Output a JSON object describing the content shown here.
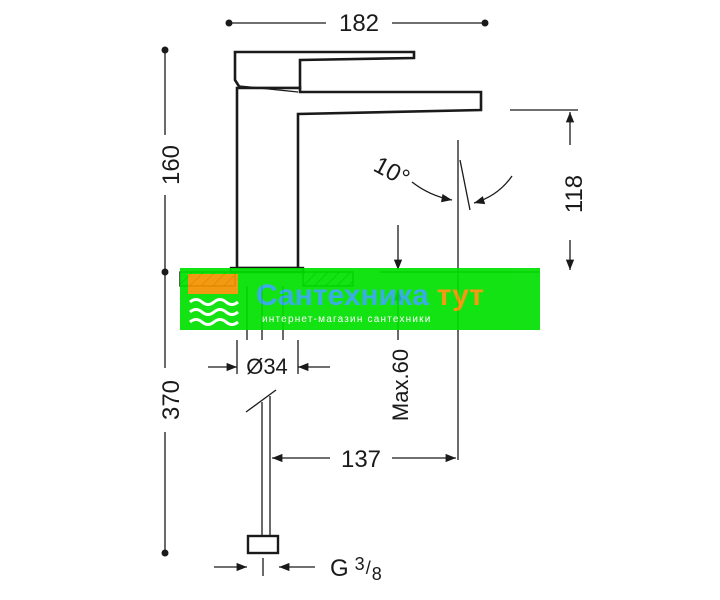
{
  "dimensions": {
    "width_total": "182",
    "height_spout": "160",
    "height_outlet": "118",
    "angle": "10°",
    "body_diameter": "Ø34",
    "max_thickness": "Max.60",
    "projection": "137",
    "supply_length": "370",
    "thread_main": "G",
    "thread_num": "3",
    "thread_den": "8"
  },
  "watermark": {
    "brand_part1": "Сантехника",
    "brand_part2": "тут",
    "tagline": "интернет-магазин сантехники",
    "background_color": "#00e000",
    "brand_color": "#2aa7e0",
    "accent_color": "#f39200"
  },
  "colors": {
    "line": "#1a1a1a",
    "background": "#ffffff"
  }
}
